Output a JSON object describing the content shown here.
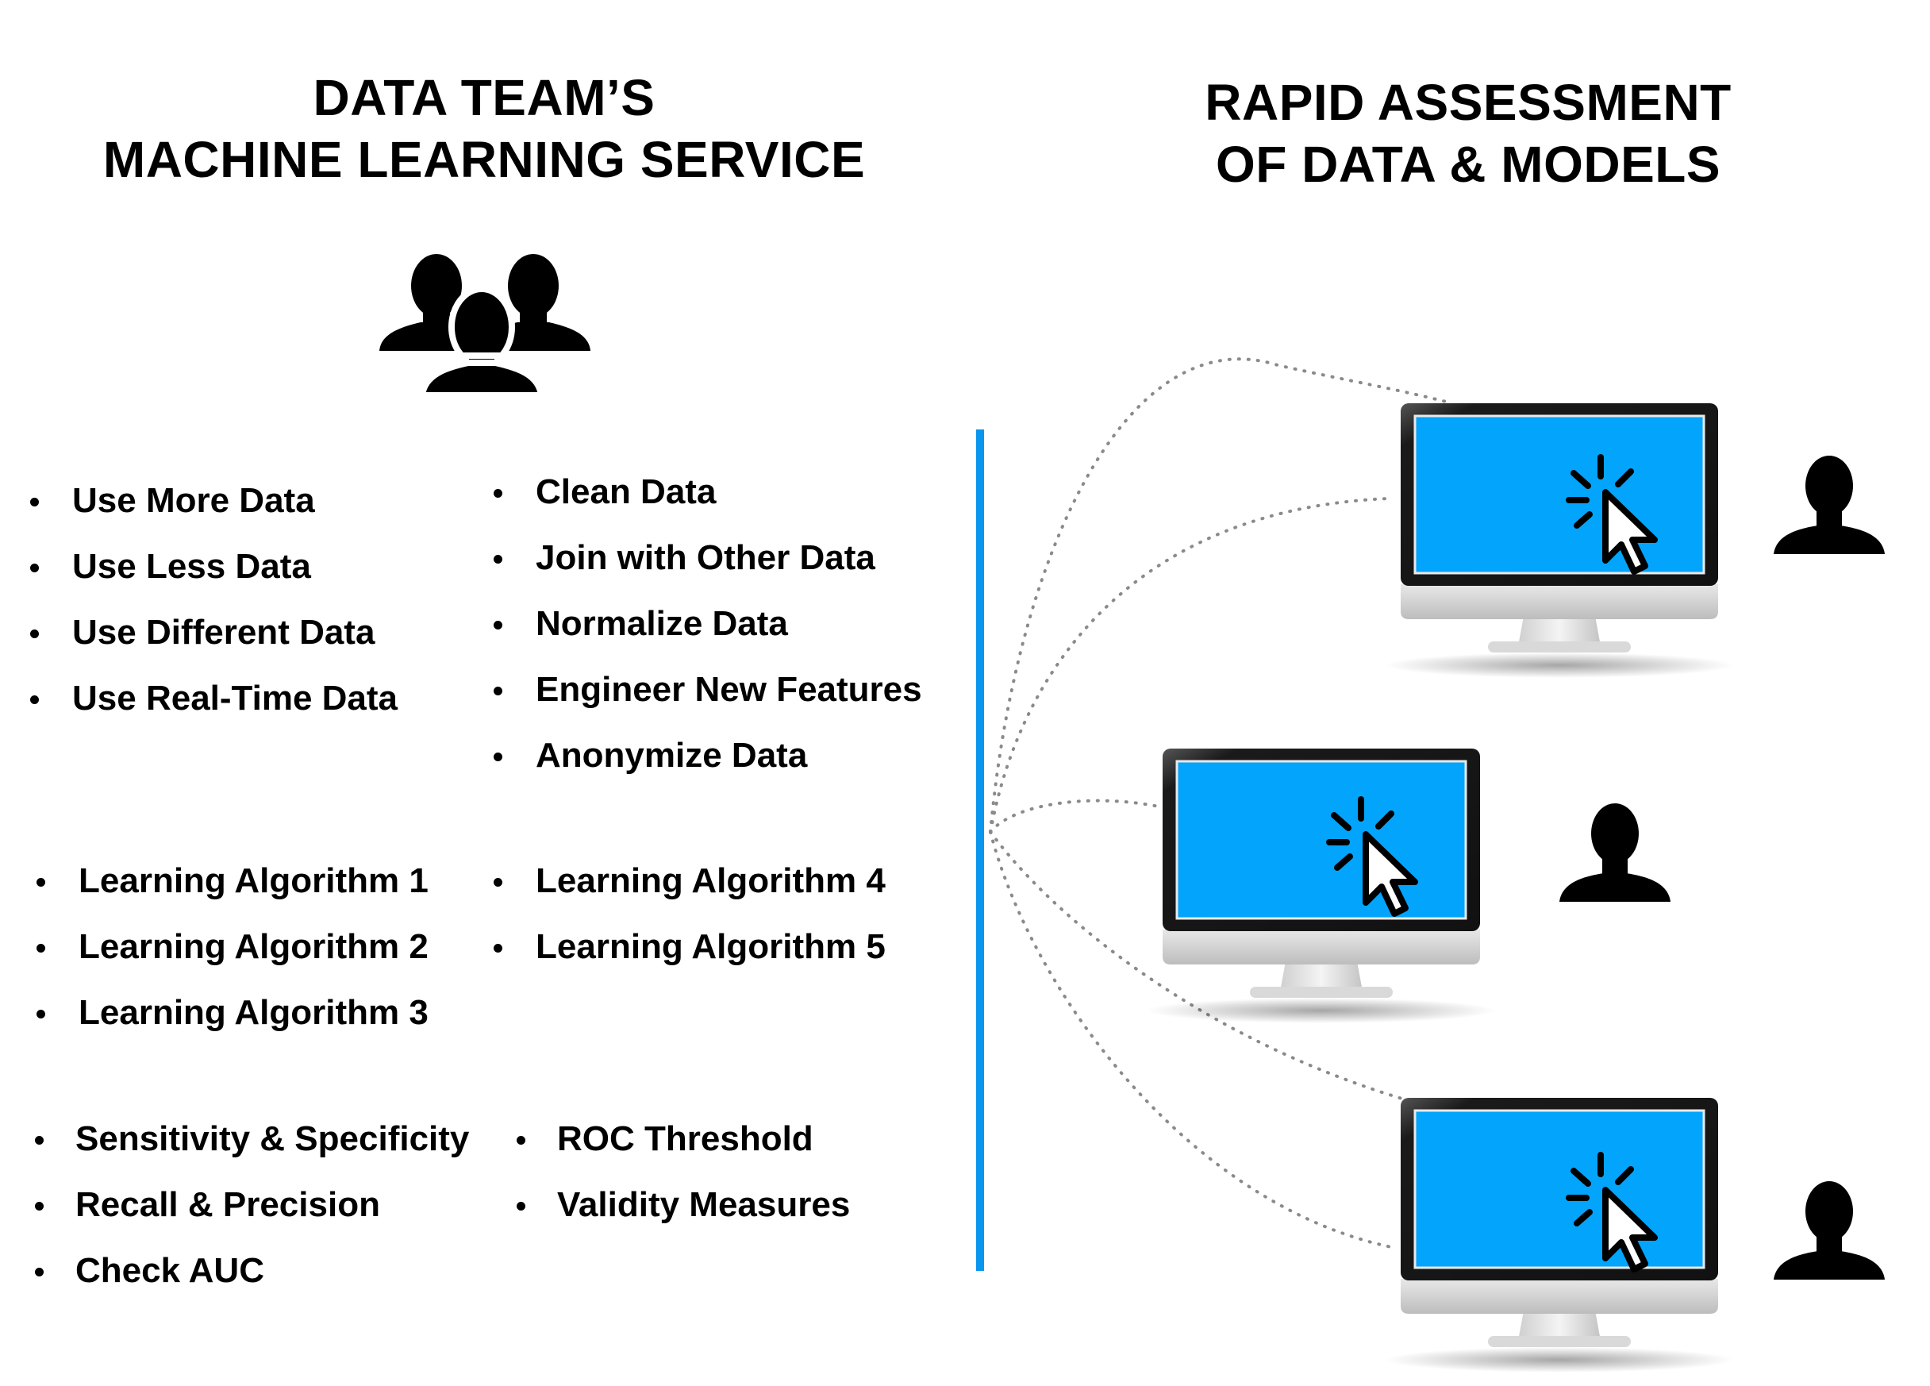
{
  "left_title": [
    "DATA TEAM’S",
    "MACHINE LEARNING SERVICE"
  ],
  "right_title": [
    "RAPID ASSESSMENT",
    "OF DATA & MODELS"
  ],
  "data_actions_col1": [
    "Use More Data",
    "Use Less Data",
    "Use Different Data",
    "Use Real-Time Data"
  ],
  "data_actions_col2": [
    "Clean Data",
    "Join with Other Data",
    "Normalize Data",
    "Engineer New Features",
    "Anonymize Data"
  ],
  "algorithms_col1": [
    "Learning Algorithm 1",
    "Learning Algorithm 2",
    "Learning Algorithm 3"
  ],
  "algorithms_col2": [
    "Learning Algorithm 4",
    "Learning Algorithm 5"
  ],
  "metrics_col1": [
    "Sensitivity & Specificity",
    "Recall & Precision",
    "Check AUC"
  ],
  "metrics_col2": [
    "ROC Threshold",
    "Validity Measures"
  ],
  "colors": {
    "divider": "#0a95ee",
    "screen": "#03a4fc",
    "connector": "#8a8a8a"
  },
  "icons": {
    "team": "team-people-icon",
    "monitor": "desktop-monitor-icon",
    "cursor": "click-cursor-icon",
    "user": "user-silhouette-icon"
  }
}
